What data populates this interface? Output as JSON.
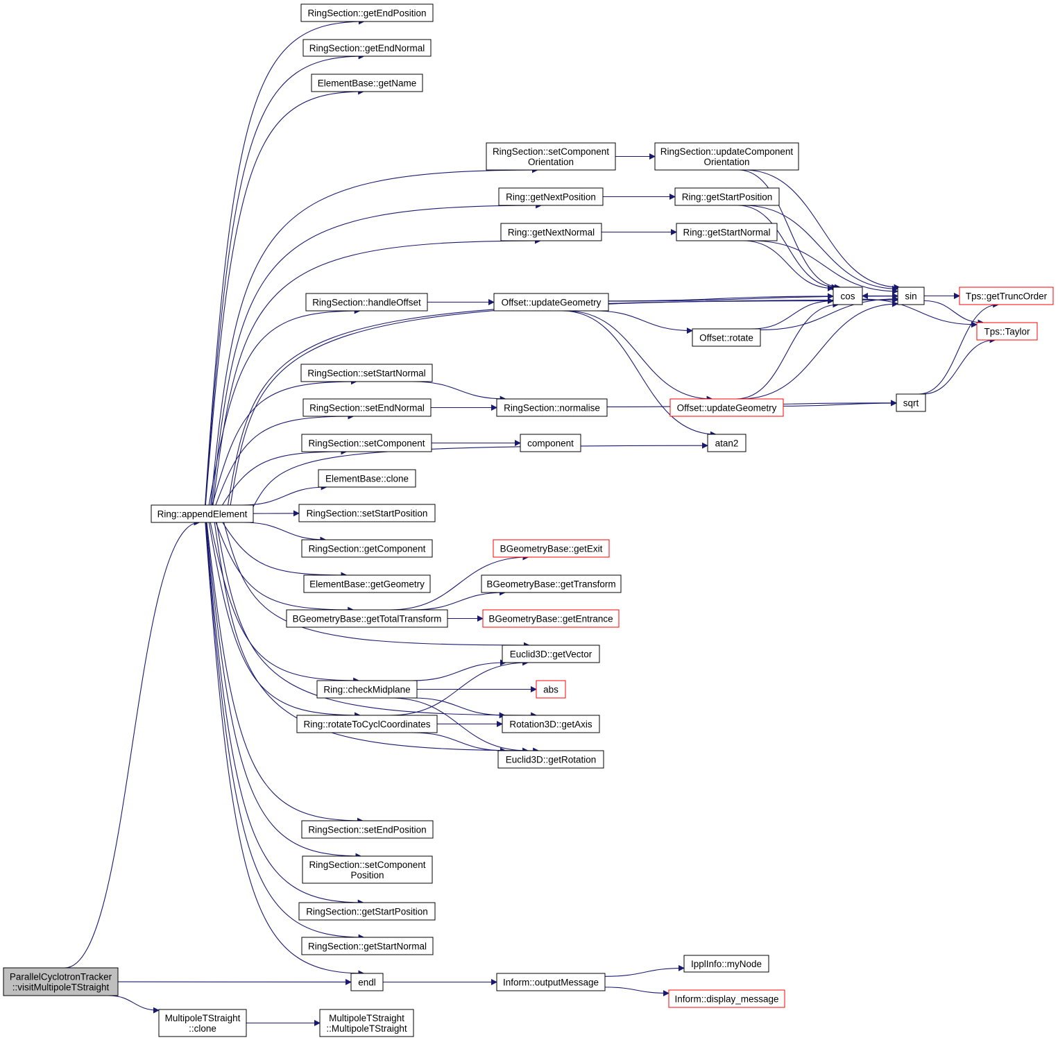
{
  "graph": {
    "title": "",
    "colors": {
      "edge": "#191970",
      "border": "#000000",
      "truncated_border": "#ff0000",
      "root_fill": "#bfbfbf"
    },
    "nodes": [
      {
        "id": "root",
        "lines": [
          "ParallelCyclotronTracker",
          "::visitMultipoleTStraight"
        ],
        "style": "root"
      },
      {
        "id": "append",
        "lines": [
          "Ring::appendElement"
        ]
      },
      {
        "id": "mts_clone",
        "lines": [
          "MultipoleTStraight",
          "::clone"
        ]
      },
      {
        "id": "mts_ctor",
        "lines": [
          "MultipoleTStraight",
          "::MultipoleTStraight"
        ]
      },
      {
        "id": "endl",
        "lines": [
          "endl"
        ]
      },
      {
        "id": "outmsg",
        "lines": [
          "Inform::outputMessage"
        ]
      },
      {
        "id": "mynode",
        "lines": [
          "IpplInfo::myNode"
        ]
      },
      {
        "id": "dispmsg",
        "lines": [
          "Inform::display_message"
        ],
        "style": "truncated"
      },
      {
        "id": "rs_gep",
        "lines": [
          "RingSection::getEndPosition"
        ]
      },
      {
        "id": "rs_gen",
        "lines": [
          "RingSection::getEndNormal"
        ]
      },
      {
        "id": "eb_gn",
        "lines": [
          "ElementBase::getName"
        ]
      },
      {
        "id": "rs_sco",
        "lines": [
          "RingSection::setComponent",
          "Orientation"
        ]
      },
      {
        "id": "rs_uco",
        "lines": [
          "RingSection::updateComponent",
          "Orientation"
        ]
      },
      {
        "id": "r_gnp",
        "lines": [
          "Ring::getNextPosition"
        ]
      },
      {
        "id": "r_gsp",
        "lines": [
          "Ring::getStartPosition"
        ]
      },
      {
        "id": "r_gnn",
        "lines": [
          "Ring::getNextNormal"
        ]
      },
      {
        "id": "r_gsn",
        "lines": [
          "Ring::getStartNormal"
        ]
      },
      {
        "id": "cos",
        "lines": [
          "cos"
        ]
      },
      {
        "id": "sin",
        "lines": [
          "sin"
        ]
      },
      {
        "id": "tps_gto",
        "lines": [
          "Tps::getTruncOrder"
        ],
        "style": "truncated"
      },
      {
        "id": "tps_taylor",
        "lines": [
          "Tps::Taylor"
        ],
        "style": "truncated"
      },
      {
        "id": "rs_ho",
        "lines": [
          "RingSection::handleOffset"
        ]
      },
      {
        "id": "off_ug",
        "lines": [
          "Offset::updateGeometry"
        ]
      },
      {
        "id": "off_rot",
        "lines": [
          "Offset::rotate"
        ]
      },
      {
        "id": "off_ug2",
        "lines": [
          "Offset::updateGeometry"
        ],
        "style": "truncated"
      },
      {
        "id": "sqrt",
        "lines": [
          "sqrt"
        ]
      },
      {
        "id": "atan2",
        "lines": [
          "atan2"
        ]
      },
      {
        "id": "rs_ssn",
        "lines": [
          "RingSection::setStartNormal"
        ]
      },
      {
        "id": "rs_sen",
        "lines": [
          "RingSection::setEndNormal"
        ]
      },
      {
        "id": "rs_norm",
        "lines": [
          "RingSection::normalise"
        ]
      },
      {
        "id": "rs_sc",
        "lines": [
          "RingSection::setComponent"
        ]
      },
      {
        "id": "component",
        "lines": [
          "component"
        ]
      },
      {
        "id": "eb_clone",
        "lines": [
          "ElementBase::clone"
        ]
      },
      {
        "id": "rs_ssp",
        "lines": [
          "RingSection::setStartPosition"
        ]
      },
      {
        "id": "rs_gc",
        "lines": [
          "RingSection::getComponent"
        ]
      },
      {
        "id": "eb_gg",
        "lines": [
          "ElementBase::getGeometry"
        ]
      },
      {
        "id": "bg_gtt",
        "lines": [
          "BGeometryBase::getTotalTransform"
        ]
      },
      {
        "id": "bg_gex",
        "lines": [
          "BGeometryBase::getExit"
        ],
        "style": "truncated"
      },
      {
        "id": "bg_gt",
        "lines": [
          "BGeometryBase::getTransform"
        ]
      },
      {
        "id": "bg_gen",
        "lines": [
          "BGeometryBase::getEntrance"
        ],
        "style": "truncated"
      },
      {
        "id": "e3_gv",
        "lines": [
          "Euclid3D::getVector"
        ]
      },
      {
        "id": "r_cm",
        "lines": [
          "Ring::checkMidplane"
        ]
      },
      {
        "id": "abs",
        "lines": [
          "abs"
        ],
        "style": "truncated"
      },
      {
        "id": "r_rtc",
        "lines": [
          "Ring::rotateToCyclCoordinates"
        ]
      },
      {
        "id": "r3_ga",
        "lines": [
          "Rotation3D::getAxis"
        ]
      },
      {
        "id": "e3_gr",
        "lines": [
          "Euclid3D::getRotation"
        ]
      },
      {
        "id": "rs_sep",
        "lines": [
          "RingSection::setEndPosition"
        ]
      },
      {
        "id": "rs_scp",
        "lines": [
          "RingSection::setComponent",
          "Position"
        ]
      },
      {
        "id": "rs_gsp",
        "lines": [
          "RingSection::getStartPosition"
        ]
      },
      {
        "id": "rs_gsn",
        "lines": [
          "RingSection::getStartNormal"
        ]
      }
    ],
    "edges": [
      [
        "root",
        "append"
      ],
      [
        "root",
        "endl"
      ],
      [
        "root",
        "mts_clone"
      ],
      [
        "mts_clone",
        "mts_ctor"
      ],
      [
        "endl",
        "outmsg"
      ],
      [
        "outmsg",
        "mynode"
      ],
      [
        "outmsg",
        "dispmsg"
      ],
      [
        "append",
        "rs_gep"
      ],
      [
        "append",
        "rs_gen"
      ],
      [
        "append",
        "eb_gn"
      ],
      [
        "append",
        "sin"
      ],
      [
        "append",
        "rs_sco"
      ],
      [
        "append",
        "r_gnp"
      ],
      [
        "append",
        "r_gnn"
      ],
      [
        "append",
        "cos"
      ],
      [
        "append",
        "rs_ho"
      ],
      [
        "append",
        "atan2"
      ],
      [
        "append",
        "rs_ssn"
      ],
      [
        "append",
        "rs_sen"
      ],
      [
        "append",
        "rs_sc"
      ],
      [
        "append",
        "eb_clone"
      ],
      [
        "append",
        "rs_ssp"
      ],
      [
        "append",
        "rs_gc"
      ],
      [
        "append",
        "eb_gg"
      ],
      [
        "append",
        "bg_gtt"
      ],
      [
        "append",
        "e3_gv"
      ],
      [
        "append",
        "r_cm"
      ],
      [
        "append",
        "r_rtc"
      ],
      [
        "append",
        "r3_ga"
      ],
      [
        "append",
        "e3_gr"
      ],
      [
        "append",
        "rs_sep"
      ],
      [
        "append",
        "rs_scp"
      ],
      [
        "append",
        "rs_gsp"
      ],
      [
        "append",
        "rs_gsn"
      ],
      [
        "append",
        "endl"
      ],
      [
        "rs_sco",
        "rs_uco"
      ],
      [
        "rs_uco",
        "cos"
      ],
      [
        "rs_uco",
        "sin"
      ],
      [
        "r_gnp",
        "r_gsp"
      ],
      [
        "r_gsp",
        "cos"
      ],
      [
        "r_gsp",
        "sin"
      ],
      [
        "r_gnn",
        "r_gsn"
      ],
      [
        "r_gsn",
        "cos"
      ],
      [
        "r_gsn",
        "sin"
      ],
      [
        "cos",
        "sin"
      ],
      [
        "sin",
        "cos"
      ],
      [
        "cos",
        "tps_gto"
      ],
      [
        "cos",
        "tps_taylor"
      ],
      [
        "sin",
        "tps_gto"
      ],
      [
        "sin",
        "tps_taylor"
      ],
      [
        "rs_ho",
        "off_ug"
      ],
      [
        "off_ug",
        "cos"
      ],
      [
        "off_ug",
        "off_rot"
      ],
      [
        "off_ug",
        "sin"
      ],
      [
        "off_ug",
        "off_ug2"
      ],
      [
        "off_ug",
        "atan2"
      ],
      [
        "off_rot",
        "cos"
      ],
      [
        "off_rot",
        "sin"
      ],
      [
        "off_ug2",
        "cos"
      ],
      [
        "off_ug2",
        "sin"
      ],
      [
        "off_ug2",
        "sqrt"
      ],
      [
        "sqrt",
        "tps_gto"
      ],
      [
        "sqrt",
        "tps_taylor"
      ],
      [
        "rs_ssn",
        "rs_norm"
      ],
      [
        "rs_sen",
        "rs_norm"
      ],
      [
        "rs_norm",
        "sqrt"
      ],
      [
        "rs_sc",
        "component"
      ],
      [
        "bg_gtt",
        "bg_gex"
      ],
      [
        "bg_gtt",
        "bg_gt"
      ],
      [
        "bg_gtt",
        "bg_gen"
      ],
      [
        "r_cm",
        "e3_gv"
      ],
      [
        "r_cm",
        "abs"
      ],
      [
        "r_cm",
        "r3_ga"
      ],
      [
        "r_cm",
        "e3_gr"
      ],
      [
        "r_rtc",
        "e3_gv"
      ],
      [
        "r_rtc",
        "r3_ga"
      ],
      [
        "r_rtc",
        "e3_gr"
      ]
    ]
  }
}
